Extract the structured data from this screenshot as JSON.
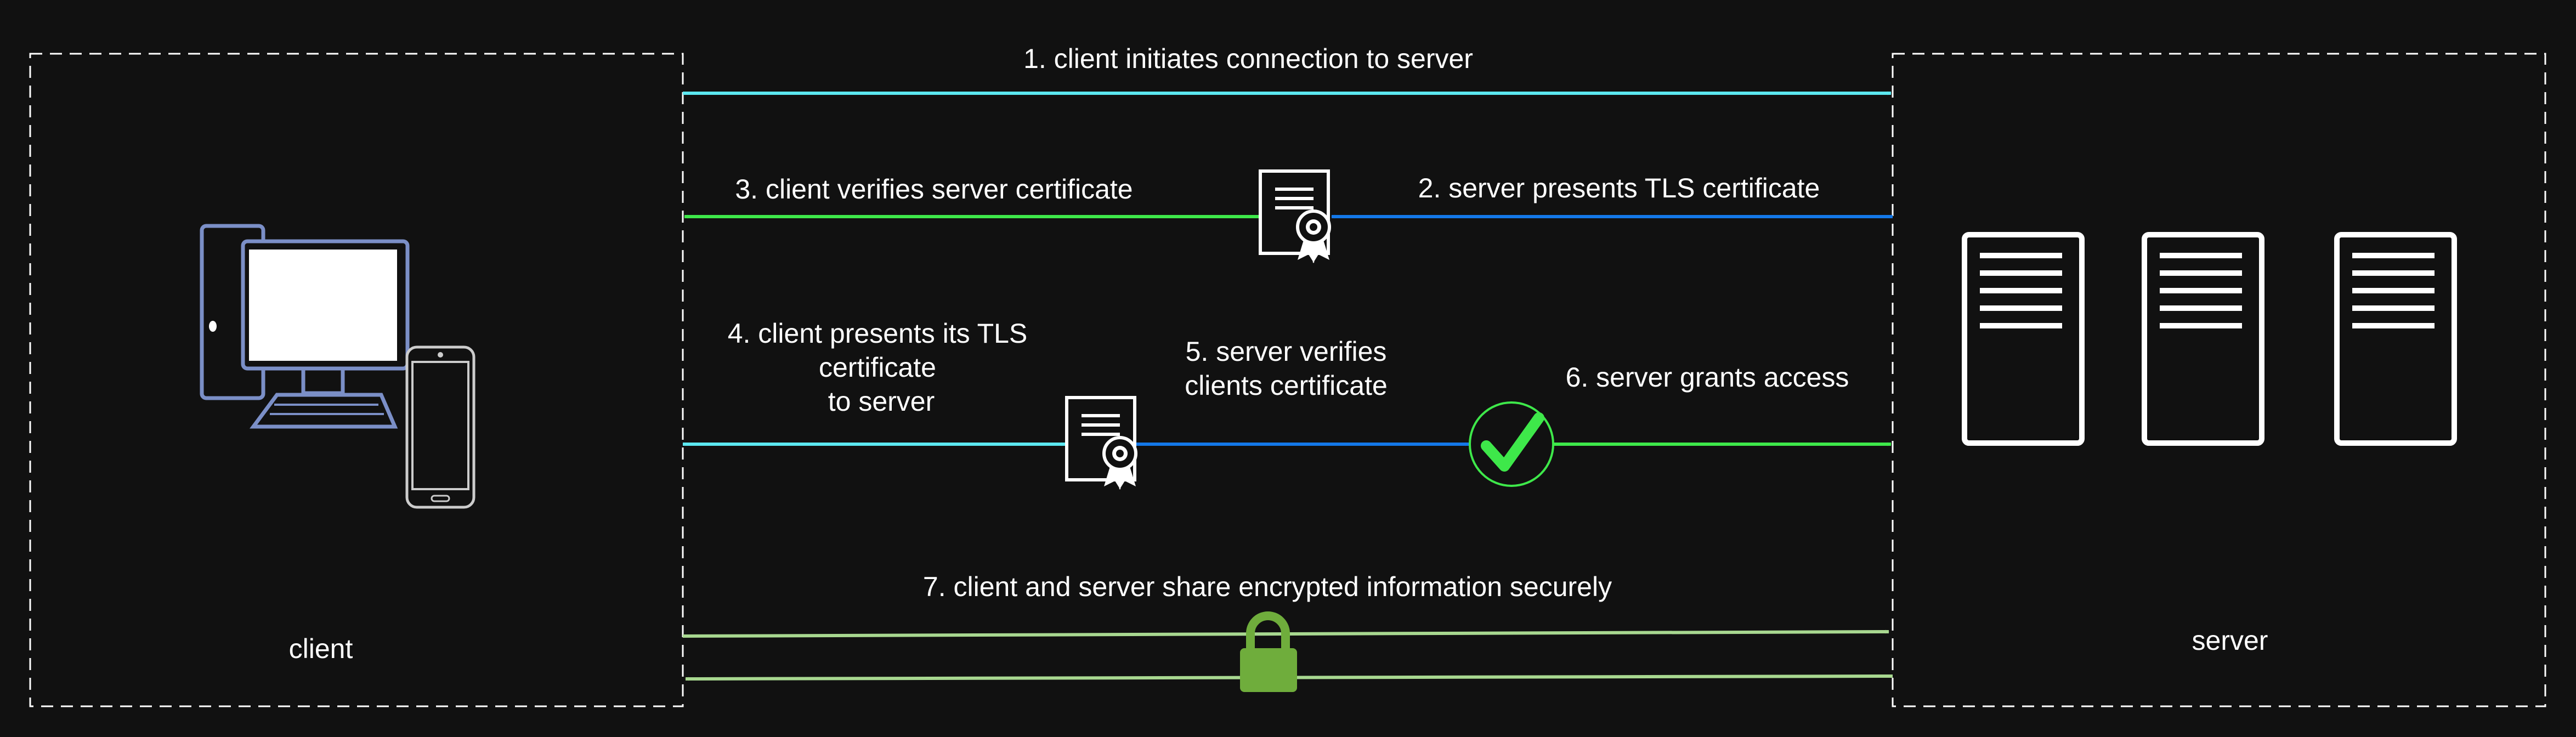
{
  "client": {
    "label": "client"
  },
  "server": {
    "label": "server"
  },
  "steps": {
    "s1": "1. client initiates connection to server",
    "s2": "2. server presents TLS certificate",
    "s3": "3. client verifies server certificate",
    "s4": [
      "4. client presents its TLS",
      "certificate",
      "to server"
    ],
    "s5": [
      "5. server verifies",
      "clients certificate"
    ],
    "s6": "6. server grants access",
    "s7": "7. client and server share encrypted information securely"
  },
  "colors": {
    "background": "#111111",
    "cyan": "#5ce8f0",
    "green": "#3ee84a",
    "blue": "#1478e8",
    "light_green": "#a8d890",
    "lock": "#6fad3c",
    "computer": "#7b8fc7"
  },
  "icons": [
    "computer-icon",
    "phone-icon",
    "certificate-icon",
    "checkmark-icon",
    "server-icon",
    "lock-icon"
  ]
}
